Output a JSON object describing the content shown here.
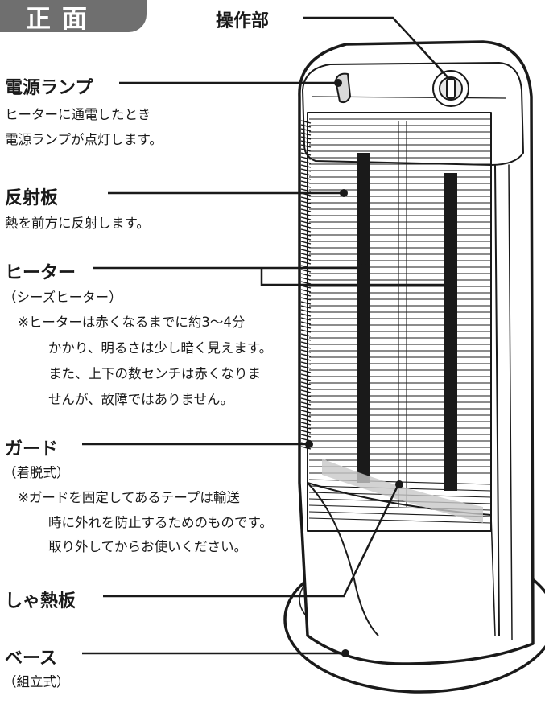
{
  "section_tab": "正面",
  "labels": {
    "controls": "操作部",
    "power_lamp": "電源ランプ",
    "reflector": "反射板",
    "heater": "ヒーター",
    "guard": "ガード",
    "heat_shield": "しゃ熱板",
    "base": "ベース"
  },
  "descriptions": {
    "power_lamp": [
      "ヒーターに通電したとき",
      "電源ランプが点灯します。"
    ],
    "reflector": [
      "熱を前方に反射します。"
    ],
    "heater_type": "（シーズヒーター）",
    "heater_note": [
      "※ヒーターは赤くなるまでに約3～4分",
      "かかり、明るさは少し暗く見えます。",
      "また、上下の数センチは赤くなりま",
      "せんが、故障ではありません。"
    ],
    "guard_type": "（着脱式）",
    "guard_note": [
      "※ガードを固定してあるテープは輸送",
      "時に外れを防止するためのものです。",
      "取り外してからお使いください。"
    ],
    "base_type": "（組立式）"
  }
}
